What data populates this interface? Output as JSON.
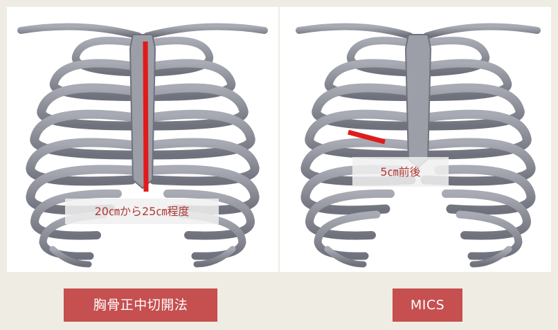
{
  "left": {
    "annotation": "20㎝から25㎝程度",
    "caption": "胸骨正中切開法"
  },
  "right": {
    "annotation": "5㎝前後",
    "caption": "MICS"
  },
  "colors": {
    "background": "#efece3",
    "caption_bg": "#c64f4f",
    "incision_line": "#e01b1b",
    "annotation_text": "#b03a34",
    "bone": "#8a8c96"
  },
  "icons": [
    "ribcage-illustration",
    "sternal-incision-line",
    "mics-incision-line"
  ]
}
